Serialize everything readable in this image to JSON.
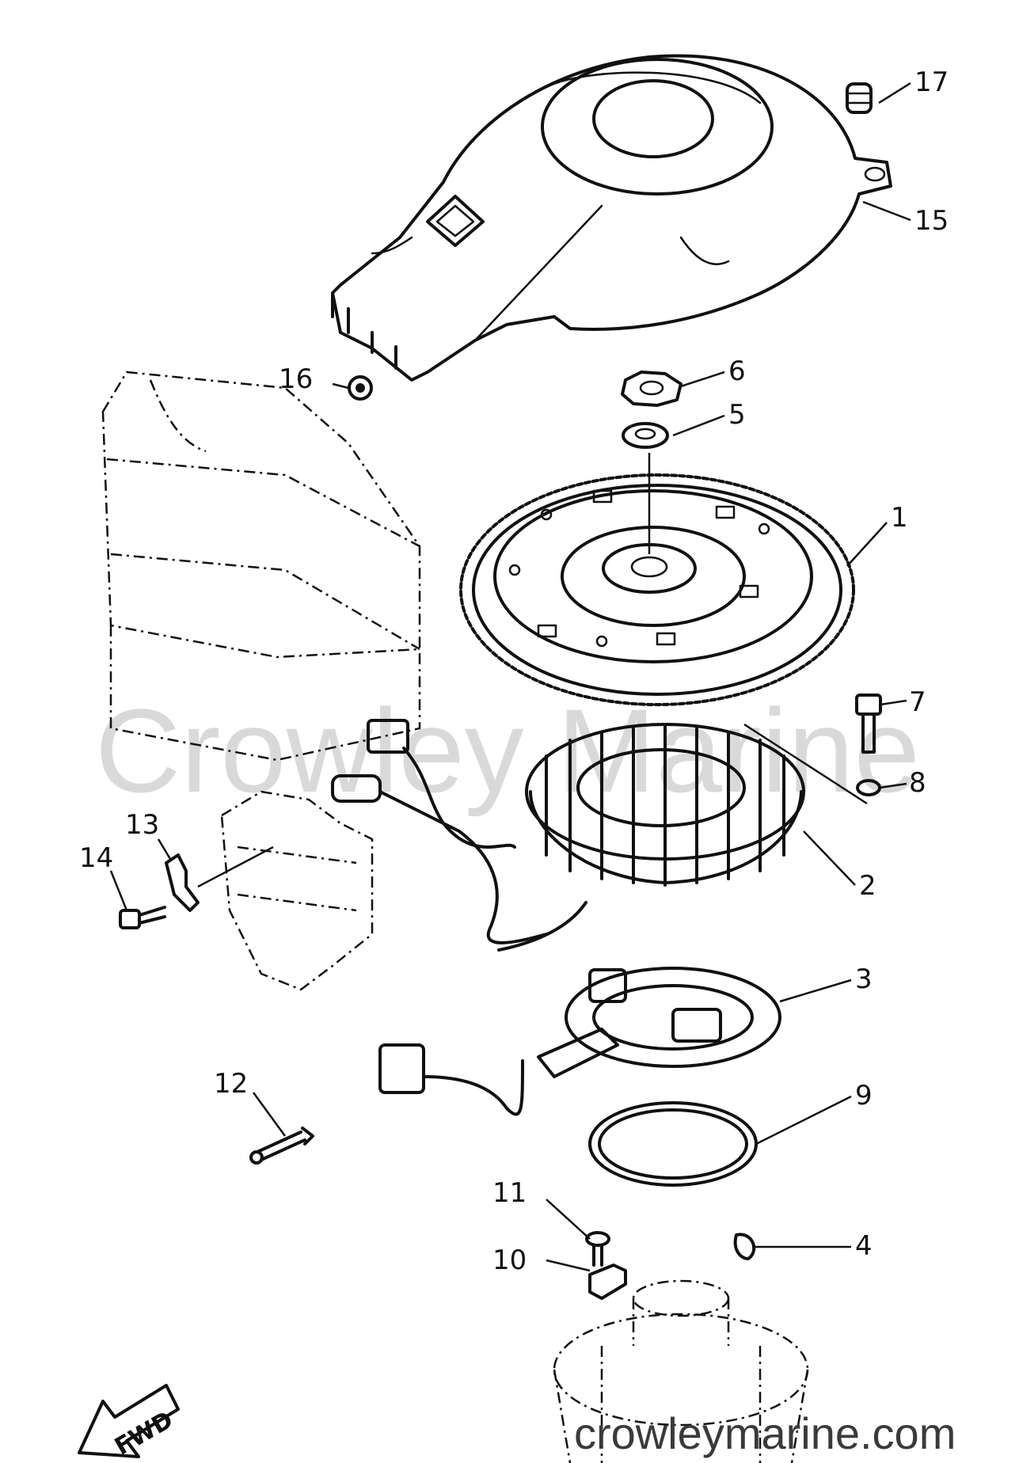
{
  "watermark": "Crowley Marine",
  "footer": "crowleymarine.com",
  "direction_arrow": "FWD",
  "callouts": [
    {
      "id": "1",
      "part": "flywheel"
    },
    {
      "id": "2",
      "part": "stator-assembly"
    },
    {
      "id": "3",
      "part": "pulser-coil-assembly"
    },
    {
      "id": "4",
      "part": "woodruff-key"
    },
    {
      "id": "5",
      "part": "washer"
    },
    {
      "id": "6",
      "part": "nut"
    },
    {
      "id": "7",
      "part": "bolt"
    },
    {
      "id": "8",
      "part": "washer"
    },
    {
      "id": "9",
      "part": "ring"
    },
    {
      "id": "10",
      "part": "clamp"
    },
    {
      "id": "11",
      "part": "screw"
    },
    {
      "id": "12",
      "part": "lead-wire"
    },
    {
      "id": "13",
      "part": "clamp"
    },
    {
      "id": "14",
      "part": "bolt"
    },
    {
      "id": "15",
      "part": "flywheel-cover"
    },
    {
      "id": "16",
      "part": "grommet"
    },
    {
      "id": "17",
      "part": "grommet"
    }
  ],
  "colors": {
    "ink": "#111111",
    "watermark": "#d9d9d9",
    "background": "#ffffff"
  }
}
